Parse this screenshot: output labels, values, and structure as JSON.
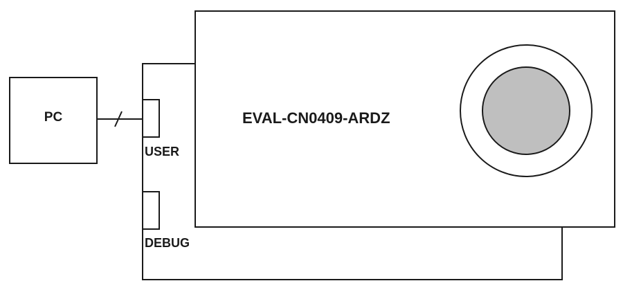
{
  "diagram": {
    "pc_label": "PC",
    "board_label": "EVAL-CN0409-ARDZ",
    "user_port_label": "USER",
    "debug_port_label": "DEBUG"
  },
  "colors": {
    "stroke": "#1a1a1a",
    "background": "#ffffff",
    "sensor_fill": "#bfbfbf"
  }
}
